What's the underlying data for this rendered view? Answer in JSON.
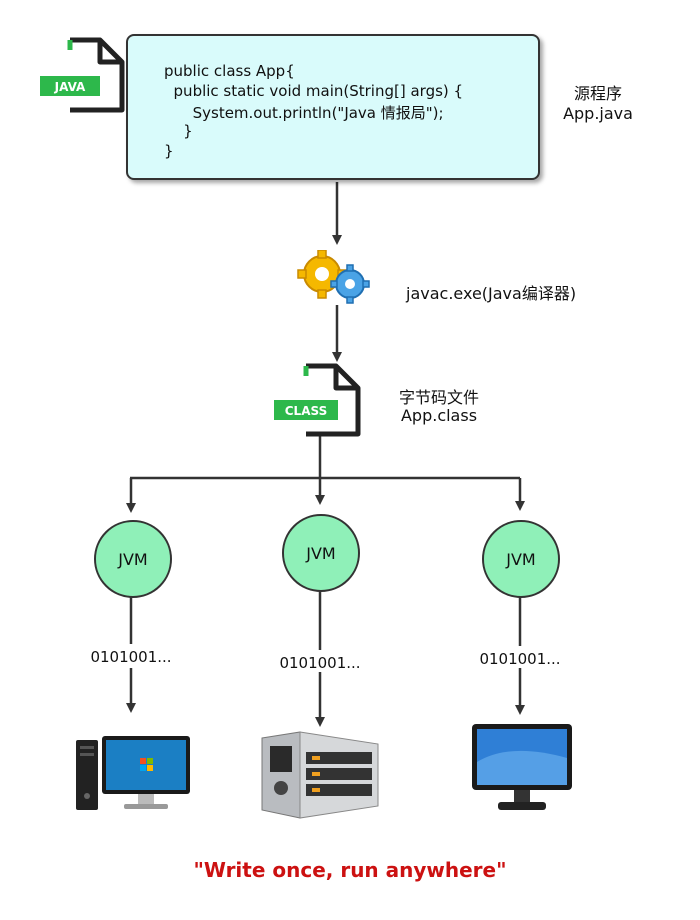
{
  "source": {
    "file_badge": "JAVA",
    "code_lines": [
      "public class App{",
      "  public static void main(String[] args) {",
      "      System.out.println(\"Java 情报局\");",
      "    }",
      "}"
    ],
    "label_line1": "源程序",
    "label_line2": "App.java"
  },
  "compiler": {
    "label": "javac.exe(Java编译器)"
  },
  "bytecode": {
    "file_badge": "CLASS",
    "label_line1": "字节码文件",
    "label_line2": "App.class"
  },
  "platforms": [
    {
      "jvm": "JVM",
      "bits": "0101001...",
      "device": "windows-pc"
    },
    {
      "jvm": "JVM",
      "bits": "0101001...",
      "device": "server"
    },
    {
      "jvm": "JVM",
      "bits": "0101001...",
      "device": "mac-monitor"
    }
  ],
  "slogan": "\"Write once, run anywhere\"",
  "colors": {
    "code_box_bg": "#d9fbfb",
    "jvm_fill": "#8ff0b8",
    "badge_green": "#2db84b",
    "slogan_red": "#cc1111"
  }
}
